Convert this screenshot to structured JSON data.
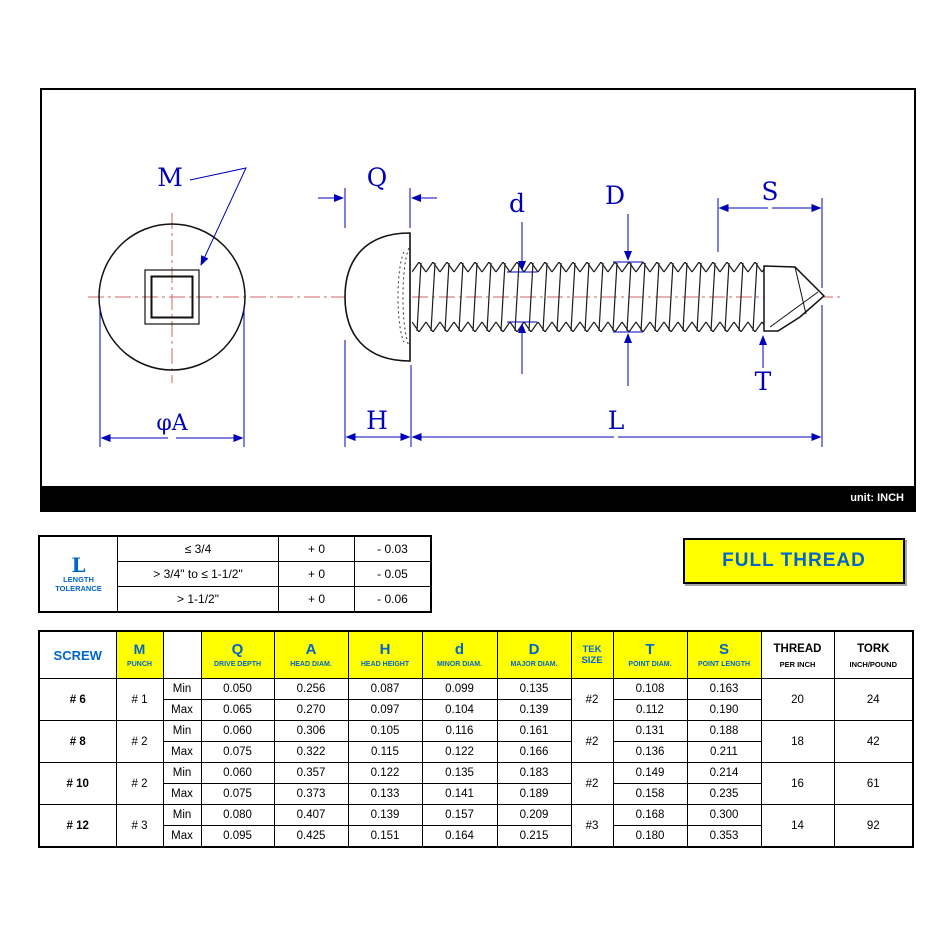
{
  "drawing": {
    "unit_label": "unit: INCH",
    "labels": {
      "m": "M",
      "q": "Q",
      "d_minor": "d",
      "d_major": "D",
      "s": "S",
      "t": "T",
      "h": "H",
      "l": "L",
      "phi_a": "φA"
    },
    "colors": {
      "dimension_blue": "#0000bb",
      "centerline_pink": "#cc6666",
      "outline_black": "#111111"
    }
  },
  "tolerance_table": {
    "header": {
      "letter": "L",
      "line1": "LENGTH",
      "line2": "TOLERANCE"
    },
    "rows": [
      {
        "range": "≤ 3/4",
        "plus": "+ 0",
        "minus": "- 0.03"
      },
      {
        "range": "> 3/4\" to ≤ 1-1/2\"",
        "plus": "+ 0",
        "minus": "- 0.05"
      },
      {
        "range": "> 1-1/2\"",
        "plus": "+ 0",
        "minus": "- 0.06"
      }
    ]
  },
  "full_thread_label": "FULL THREAD",
  "spec_table": {
    "accent_yellow": "#ffff00",
    "header_text_blue": "#0066cc",
    "columns": [
      {
        "main": "SCREW",
        "sub": ""
      },
      {
        "main": "M",
        "sub": "PUNCH"
      },
      {
        "main": "",
        "sub": ""
      },
      {
        "main": "Q",
        "sub": "DRIVE DEPTH"
      },
      {
        "main": "A",
        "sub": "HEAD DIAM."
      },
      {
        "main": "H",
        "sub": "HEAD HEIGHT"
      },
      {
        "main": "d",
        "sub": "MINOR DIAM."
      },
      {
        "main": "D",
        "sub": "MAJOR DIAM."
      },
      {
        "main": "TEK",
        "sub": "SIZE"
      },
      {
        "main": "T",
        "sub": "POINT DIAM."
      },
      {
        "main": "S",
        "sub": "POINT LENGTH"
      },
      {
        "main": "THREAD",
        "sub": "PER INCH"
      },
      {
        "main": "TORK",
        "sub": "INCH/POUND"
      }
    ],
    "rows": [
      {
        "screw": "# 6",
        "punch": "# 1",
        "tek": "#2",
        "thread_per_inch": "20",
        "tork": "24",
        "min_label": "Min",
        "max_label": "Max",
        "min": {
          "q": "0.050",
          "a": "0.256",
          "h": "0.087",
          "minor": "0.099",
          "major": "0.135",
          "t": "0.108",
          "s": "0.163"
        },
        "max": {
          "q": "0.065",
          "a": "0.270",
          "h": "0.097",
          "minor": "0.104",
          "major": "0.139",
          "t": "0.112",
          "s": "0.190"
        }
      },
      {
        "screw": "# 8",
        "punch": "# 2",
        "tek": "#2",
        "thread_per_inch": "18",
        "tork": "42",
        "min_label": "Min",
        "max_label": "Max",
        "min": {
          "q": "0.060",
          "a": "0.306",
          "h": "0.105",
          "minor": "0.116",
          "major": "0.161",
          "t": "0.131",
          "s": "0.188"
        },
        "max": {
          "q": "0.075",
          "a": "0.322",
          "h": "0.115",
          "minor": "0.122",
          "major": "0.166",
          "t": "0.136",
          "s": "0.211"
        }
      },
      {
        "screw": "# 10",
        "punch": "# 2",
        "tek": "#2",
        "thread_per_inch": "16",
        "tork": "61",
        "min_label": "Min",
        "max_label": "Max",
        "min": {
          "q": "0.060",
          "a": "0.357",
          "h": "0.122",
          "minor": "0.135",
          "major": "0.183",
          "t": "0.149",
          "s": "0.214"
        },
        "max": {
          "q": "0.075",
          "a": "0.373",
          "h": "0.133",
          "minor": "0.141",
          "major": "0.189",
          "t": "0.158",
          "s": "0.235"
        }
      },
      {
        "screw": "# 12",
        "punch": "# 3",
        "tek": "#3",
        "thread_per_inch": "14",
        "tork": "92",
        "min_label": "Min",
        "max_label": "Max",
        "min": {
          "q": "0.080",
          "a": "0.407",
          "h": "0.139",
          "minor": "0.157",
          "major": "0.209",
          "t": "0.168",
          "s": "0.300"
        },
        "max": {
          "q": "0.095",
          "a": "0.425",
          "h": "0.151",
          "minor": "0.164",
          "major": "0.215",
          "t": "0.180",
          "s": "0.353"
        }
      }
    ]
  }
}
